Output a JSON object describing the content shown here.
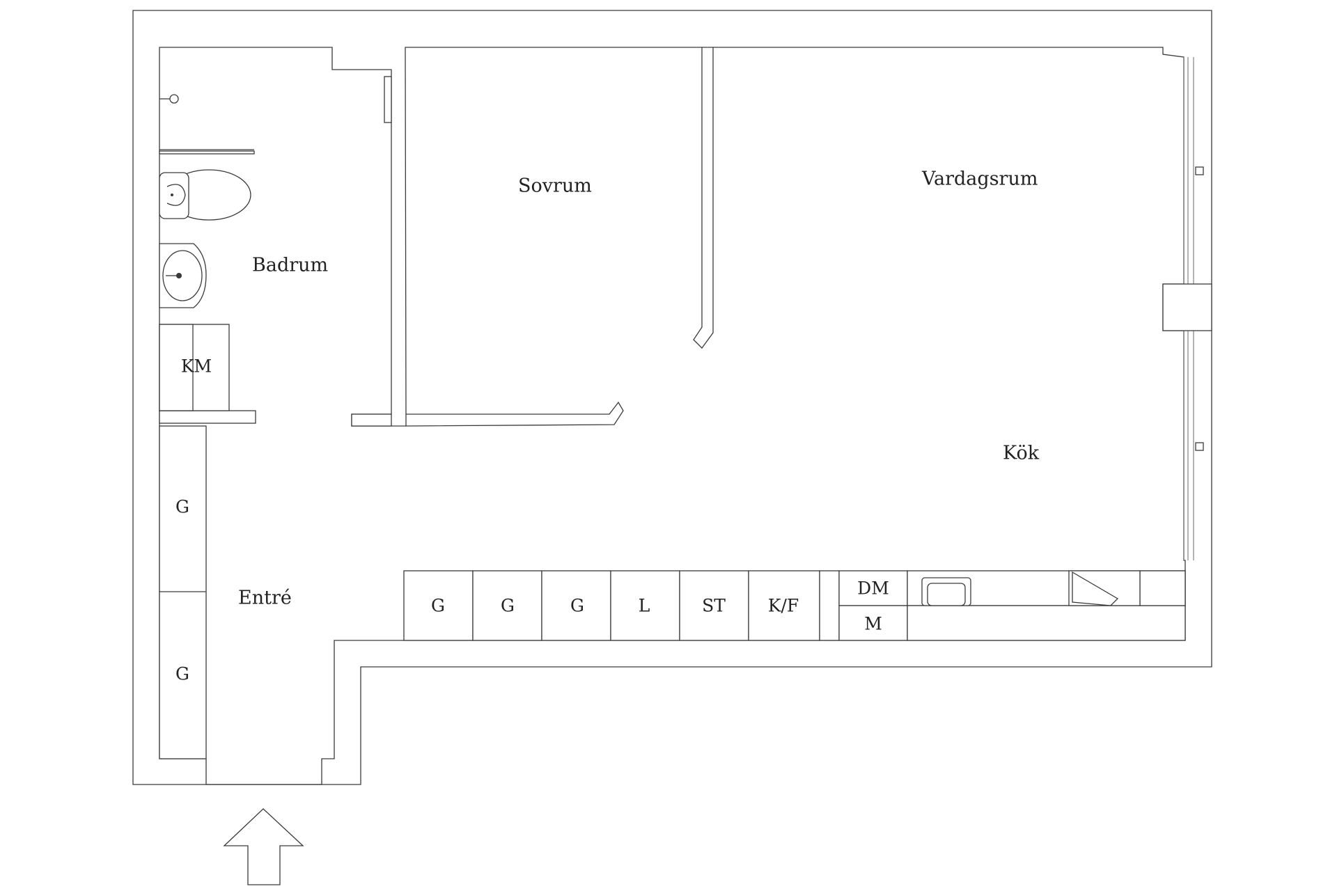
{
  "rooms": {
    "bathroom": "Badrum",
    "bedroom": "Sovrum",
    "living_room": "Vardagsrum",
    "kitchen": "Kök",
    "entrance": "Entré"
  },
  "fixtures": {
    "washing_machine": "KM",
    "wardrobe_top": "G",
    "wardrobe_bottom": "G"
  },
  "kitchen_units": {
    "g1": "G",
    "g2": "G",
    "g3": "G",
    "l": "L",
    "st": "ST",
    "kf": "K/F",
    "dm": "DM",
    "m": "M"
  },
  "icons": {
    "entrance_arrow": "entrance-arrow-icon"
  }
}
